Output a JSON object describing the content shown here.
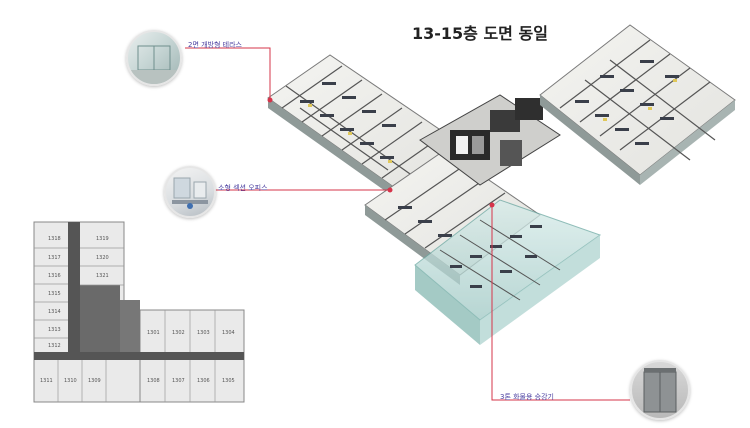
{
  "title": "13-15층 도면 동일",
  "callouts": {
    "terrace": "2면 개방형 테라스",
    "office": "소형 섹션 오피스",
    "elevator": "3톤 화물용 승강기"
  },
  "floor_plan": {
    "left_wing_left": [
      "1318",
      "1317",
      "1316",
      "1315",
      "1314",
      "1313",
      "1312"
    ],
    "left_wing_right": [
      "1319",
      "1320",
      "1321"
    ],
    "bottom_left": [
      "1311",
      "1310",
      "1309"
    ],
    "right_wing_top": [
      "1301",
      "1302",
      "1303",
      "1304"
    ],
    "right_wing_bottom": [
      "1308",
      "1307",
      "1306",
      "1305"
    ]
  }
}
